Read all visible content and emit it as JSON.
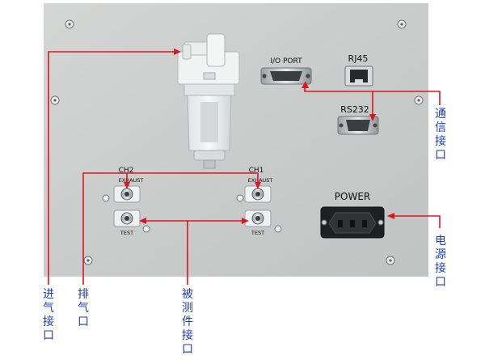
{
  "panel": {
    "labels": {
      "io_port": "I/O PORT",
      "rj45": "RJ45",
      "rs232": "RS232",
      "power": "POWER",
      "ch1": "CH1",
      "ch2": "CH2",
      "exhaust": "EXHAUST",
      "test": "TEST"
    }
  },
  "annotations": {
    "communication": "通信接口",
    "power": "电源接口",
    "air_inlet": "进气接口",
    "exhaust": "排气口",
    "test_port": "被测件接口"
  },
  "colors": {
    "panel": "#c6cac8",
    "arrow": "#e0141e",
    "annotation_text": "#1d3ea8"
  }
}
